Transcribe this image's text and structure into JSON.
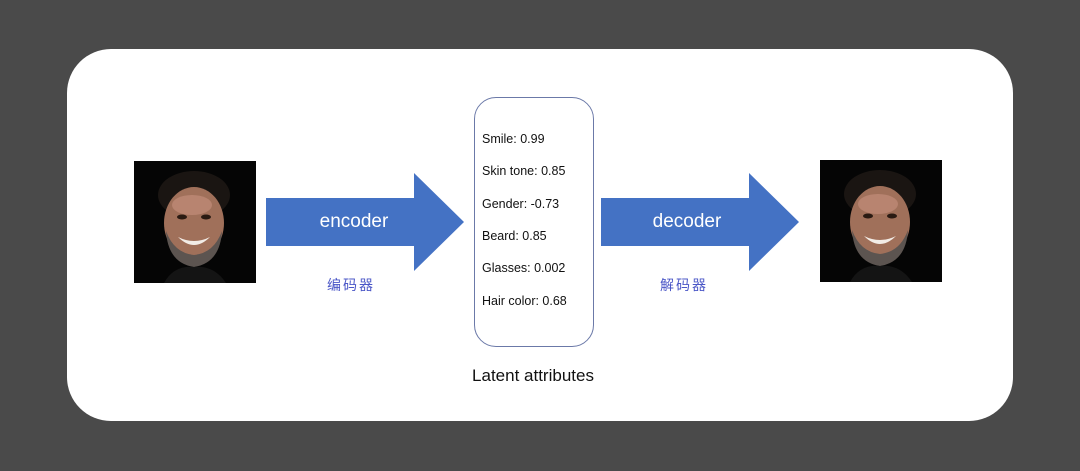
{
  "diagram": {
    "encoder_label": "encoder",
    "encoder_label_cn": "编码器",
    "decoder_label": "decoder",
    "decoder_label_cn": "解码器",
    "latent_caption": "Latent attributes",
    "attributes": [
      "Smile: 0.99",
      "Skin tone: 0.85",
      "Gender: -0.73",
      "Beard: 0.85",
      "Glasses: 0.002",
      "Hair color: 0.68"
    ],
    "colors": {
      "arrow": "#4472c4",
      "chinese_label": "#4b57c7",
      "frame": "#4a4a4a",
      "box_border": "#6b79a8"
    },
    "icons": {
      "input_image": "face-photo",
      "output_image": "face-photo"
    }
  }
}
